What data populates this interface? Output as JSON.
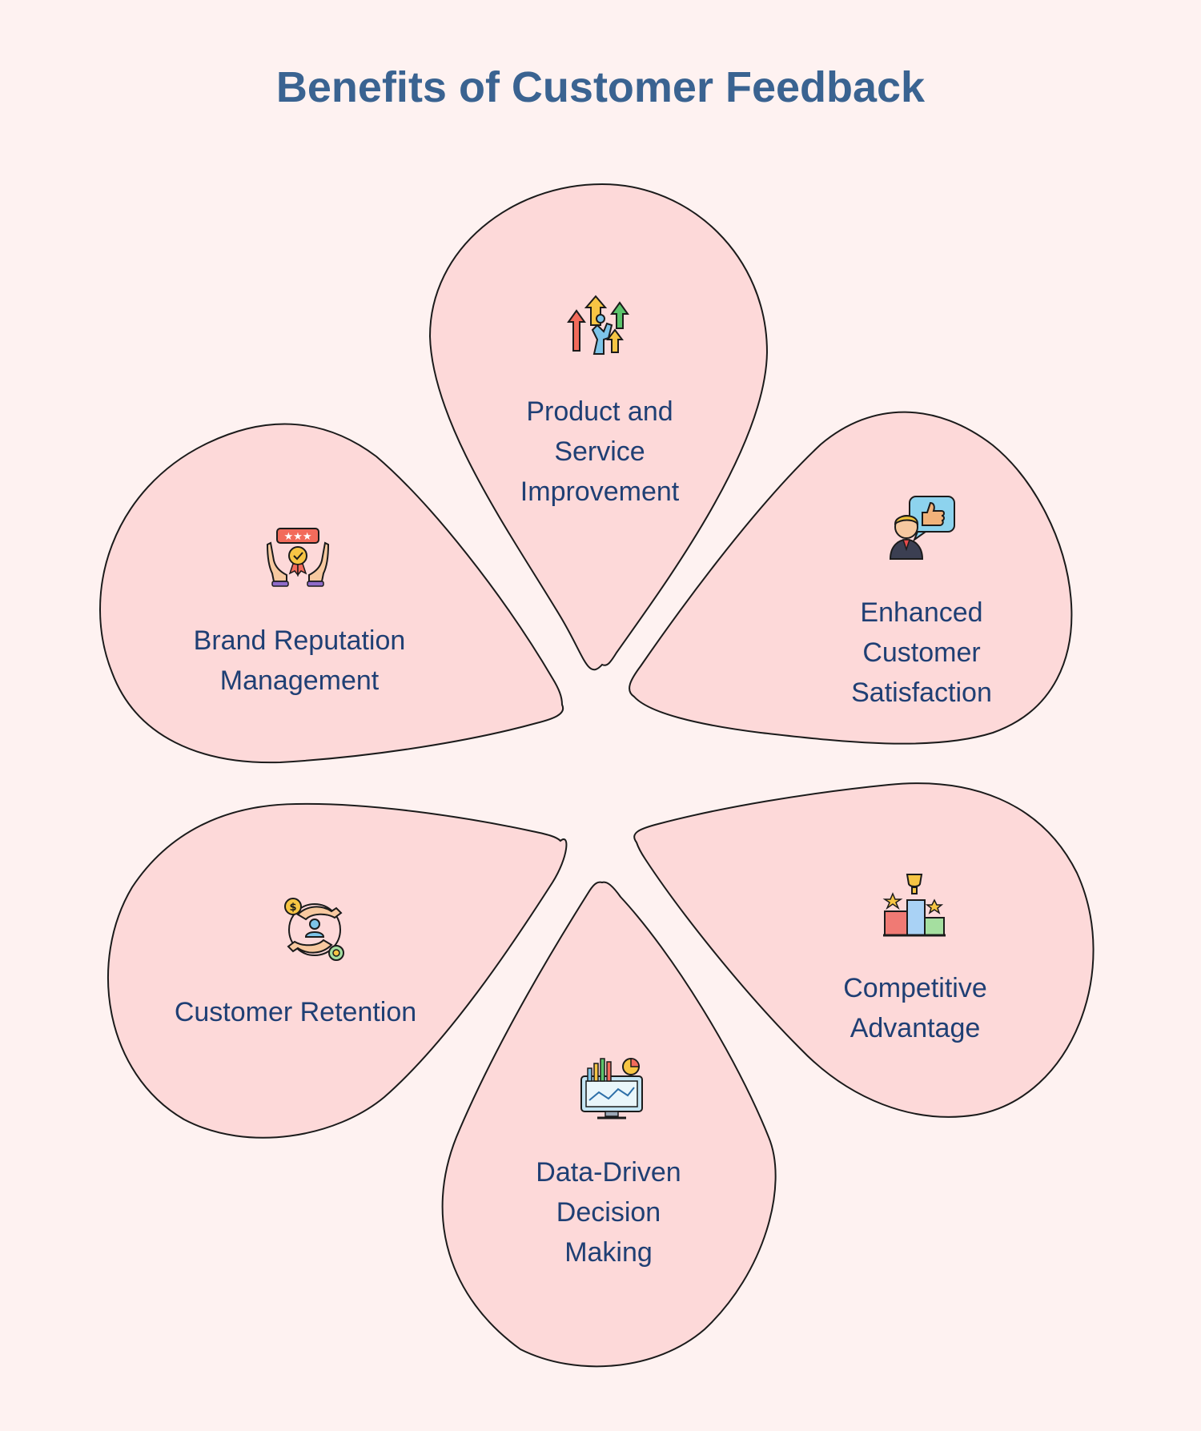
{
  "title": "Benefits of Customer Feedback",
  "petals": [
    {
      "id": "product-service",
      "lines": [
        "Product and",
        "Service",
        "Improvement"
      ],
      "icon": "growth-arrows-icon"
    },
    {
      "id": "satisfaction",
      "lines": [
        "Enhanced",
        "Customer",
        "Satisfaction"
      ],
      "icon": "thumbs-up-customer-icon"
    },
    {
      "id": "competitive",
      "lines": [
        "Competitive",
        "Advantage"
      ],
      "icon": "trophy-podium-icon"
    },
    {
      "id": "data-driven",
      "lines": [
        "Data-Driven",
        "Decision",
        "Making"
      ],
      "icon": "analytics-monitor-icon"
    },
    {
      "id": "retention",
      "lines": [
        "Customer Retention"
      ],
      "icon": "customer-care-hands-icon"
    },
    {
      "id": "brand",
      "lines": [
        "Brand Reputation",
        "Management"
      ],
      "icon": "rating-hands-icon"
    }
  ],
  "colors": {
    "background": "#FEF2F1",
    "petal_fill": "#FDD9D9",
    "title": "#3A6391",
    "label": "#1F3F74"
  }
}
